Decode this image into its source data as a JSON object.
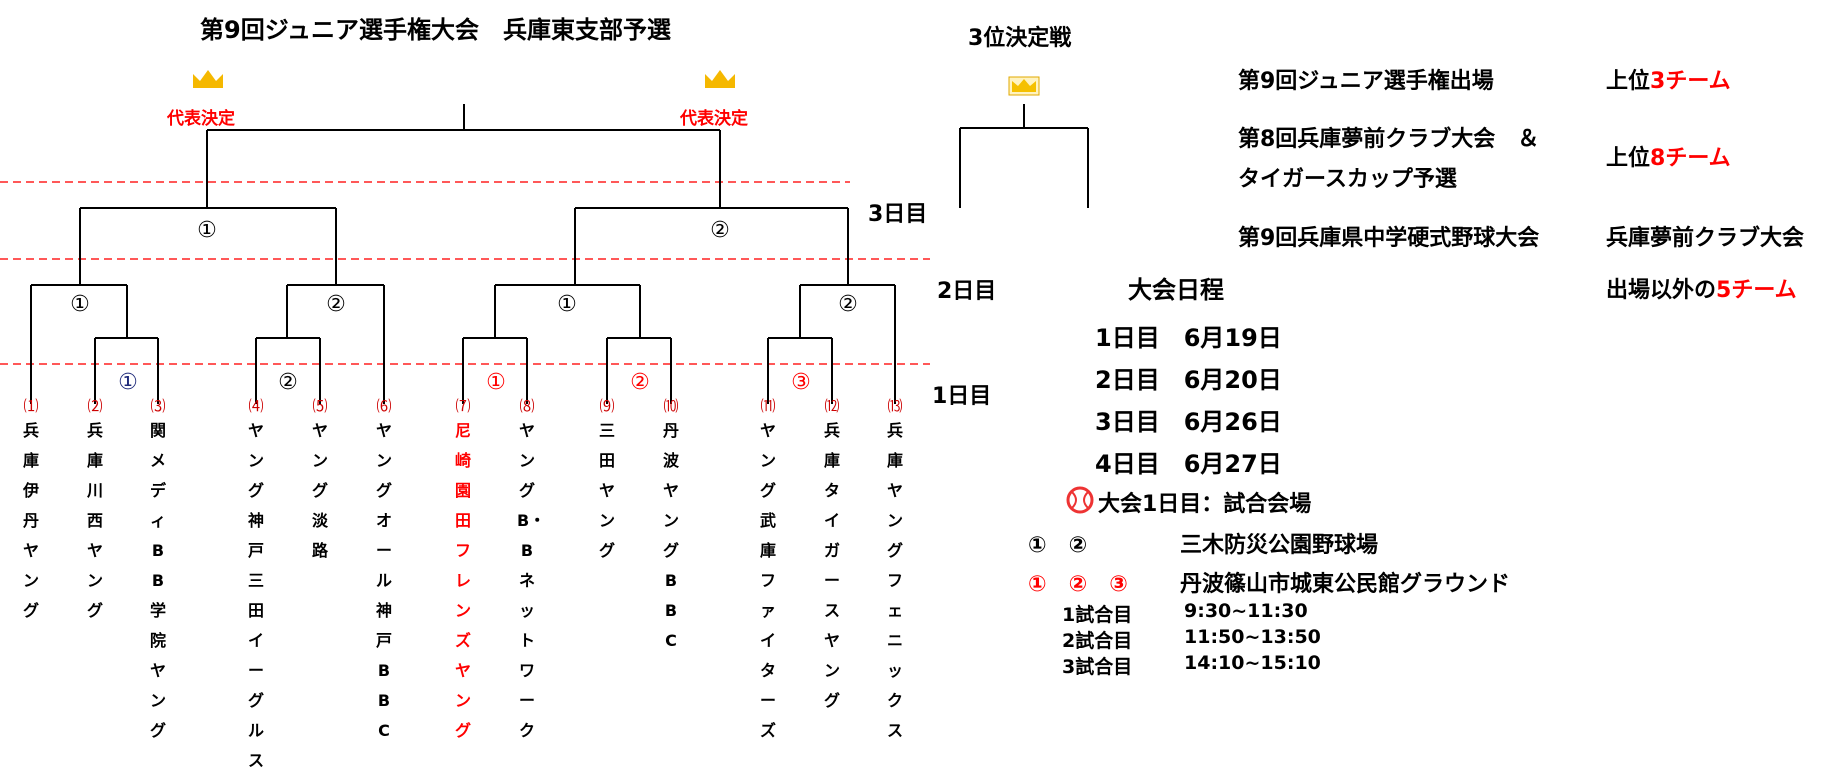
{
  "title": "第9回ジュニア選手権大会　兵庫東支部予選",
  "third_place_title": "3位決定戦",
  "rep_left": "代表決定",
  "rep_right": "代表決定",
  "days": {
    "day3": "3日目",
    "day2": "2日目",
    "day1": "1日目"
  },
  "matches": {
    "d3_left": "①",
    "d3_right": "②",
    "d2_1": "①",
    "d2_2": "②",
    "d2_3": "①",
    "d2_4": "②",
    "d1_1": "①",
    "d1_2": "②",
    "d1_3": "①",
    "d1_4": "②",
    "d1_5": "③"
  },
  "teams": [
    {
      "num": "⑴",
      "name": "兵庫伊丹ヤング",
      "color": "black"
    },
    {
      "num": "⑵",
      "name": "兵庫川西ヤング",
      "color": "black"
    },
    {
      "num": "⑶",
      "name": "関メディBB学院ヤング",
      "color": "black"
    },
    {
      "num": "⑷",
      "name": "ヤング神戸三田イーグルス",
      "color": "black"
    },
    {
      "num": "⑸",
      "name": "ヤング淡路",
      "color": "black"
    },
    {
      "num": "⑹",
      "name": "ヤングオール神戸BBC",
      "color": "black"
    },
    {
      "num": "⑺",
      "name": "尼崎園田フレンズヤング",
      "color": "red"
    },
    {
      "num": "⑻",
      "name": "ヤングB・Bネットワーク",
      "color": "black"
    },
    {
      "num": "⑼",
      "name": "三田ヤング",
      "color": "black"
    },
    {
      "num": "⑽",
      "name": "丹波ヤングBBC",
      "color": "black"
    },
    {
      "num": "⑾",
      "name": "ヤング武庫ファイターズ",
      "color": "black"
    },
    {
      "num": "⑿",
      "name": "兵庫タイガースヤング",
      "color": "black"
    },
    {
      "num": "⒀",
      "name": "兵庫ヤングフェニックス",
      "color": "black"
    }
  ],
  "qualify": {
    "row1_label": "第9回ジュニア選手権出場",
    "row1_pre": "上位",
    "row1_val": "3チーム",
    "row2_label_a": "第8回兵庫夢前クラブ大会　＆",
    "row2_label_b": "タイガースカップ予選",
    "row2_pre": "上位",
    "row2_val": "8チーム",
    "row3_label": "第9回兵庫県中学硬式野球大会",
    "row3_right": "兵庫夢前クラブ大会",
    "row4_pre": "出場以外の",
    "row4_val": "5チーム"
  },
  "schedule": {
    "title": "大会日程",
    "days": [
      "1日目　6月19日",
      "2日目　6月20日",
      "3日目　6月26日",
      "4日目　6月27日"
    ]
  },
  "venues": {
    "title": "大会1日目：試合会場",
    "v1_marks": "①　②",
    "v1_name": "三木防災公園野球場",
    "v2_marks": "①　②　③",
    "v2_name": "丹波篠山市城東公民館グラウンド"
  },
  "times": [
    {
      "label": "1試合目",
      "time": "9:30~11:30"
    },
    {
      "label": "2試合目",
      "time": "11:50~13:50"
    },
    {
      "label": "3試合目",
      "time": "14:10~15:10"
    }
  ],
  "colors": {
    "accent_red": "#ff0000",
    "gold": "#f5b800",
    "match_blue": "#1f2a7a"
  }
}
